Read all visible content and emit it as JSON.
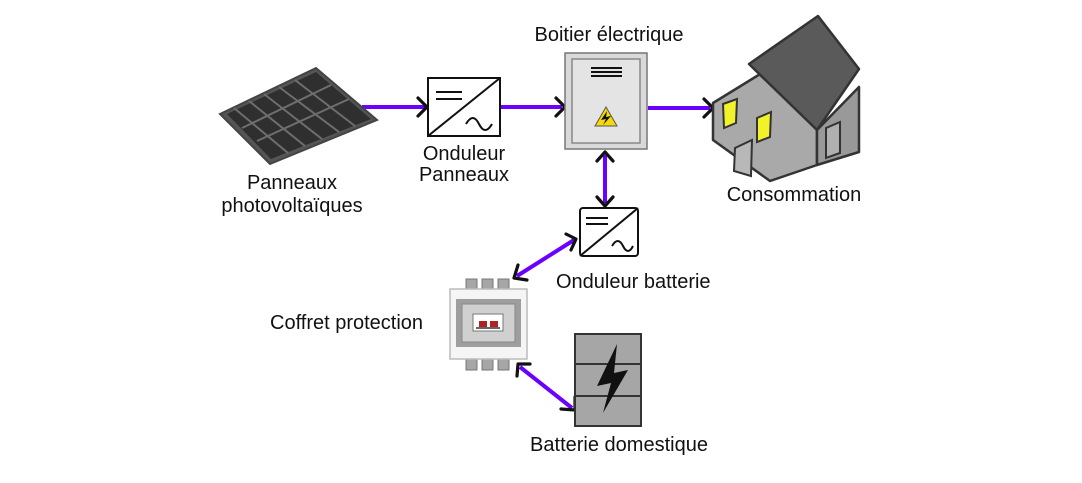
{
  "labels": {
    "panels": [
      "Panneaux",
      "photovoltaïques"
    ],
    "inverter_panels": [
      "Onduleur",
      "Panneaux"
    ],
    "electrical_box": "Boitier électrique",
    "consumption": "Consommation",
    "inverter_battery": "Onduleur batterie",
    "protection_box": "Coffret protection",
    "home_battery": "Batterie domestique"
  },
  "colors": {
    "flow": "#6a00ff",
    "arrowhead": "#111111",
    "panel": "#2f2f2f",
    "panel_frame": "#555555",
    "box_fill": "#d9d9d9",
    "battery": "#a6a6a6",
    "window": "#f2f22a",
    "house_wall": "#a9a9a9",
    "house_roof": "#5a5a5a",
    "warning": "#f5d90a"
  }
}
